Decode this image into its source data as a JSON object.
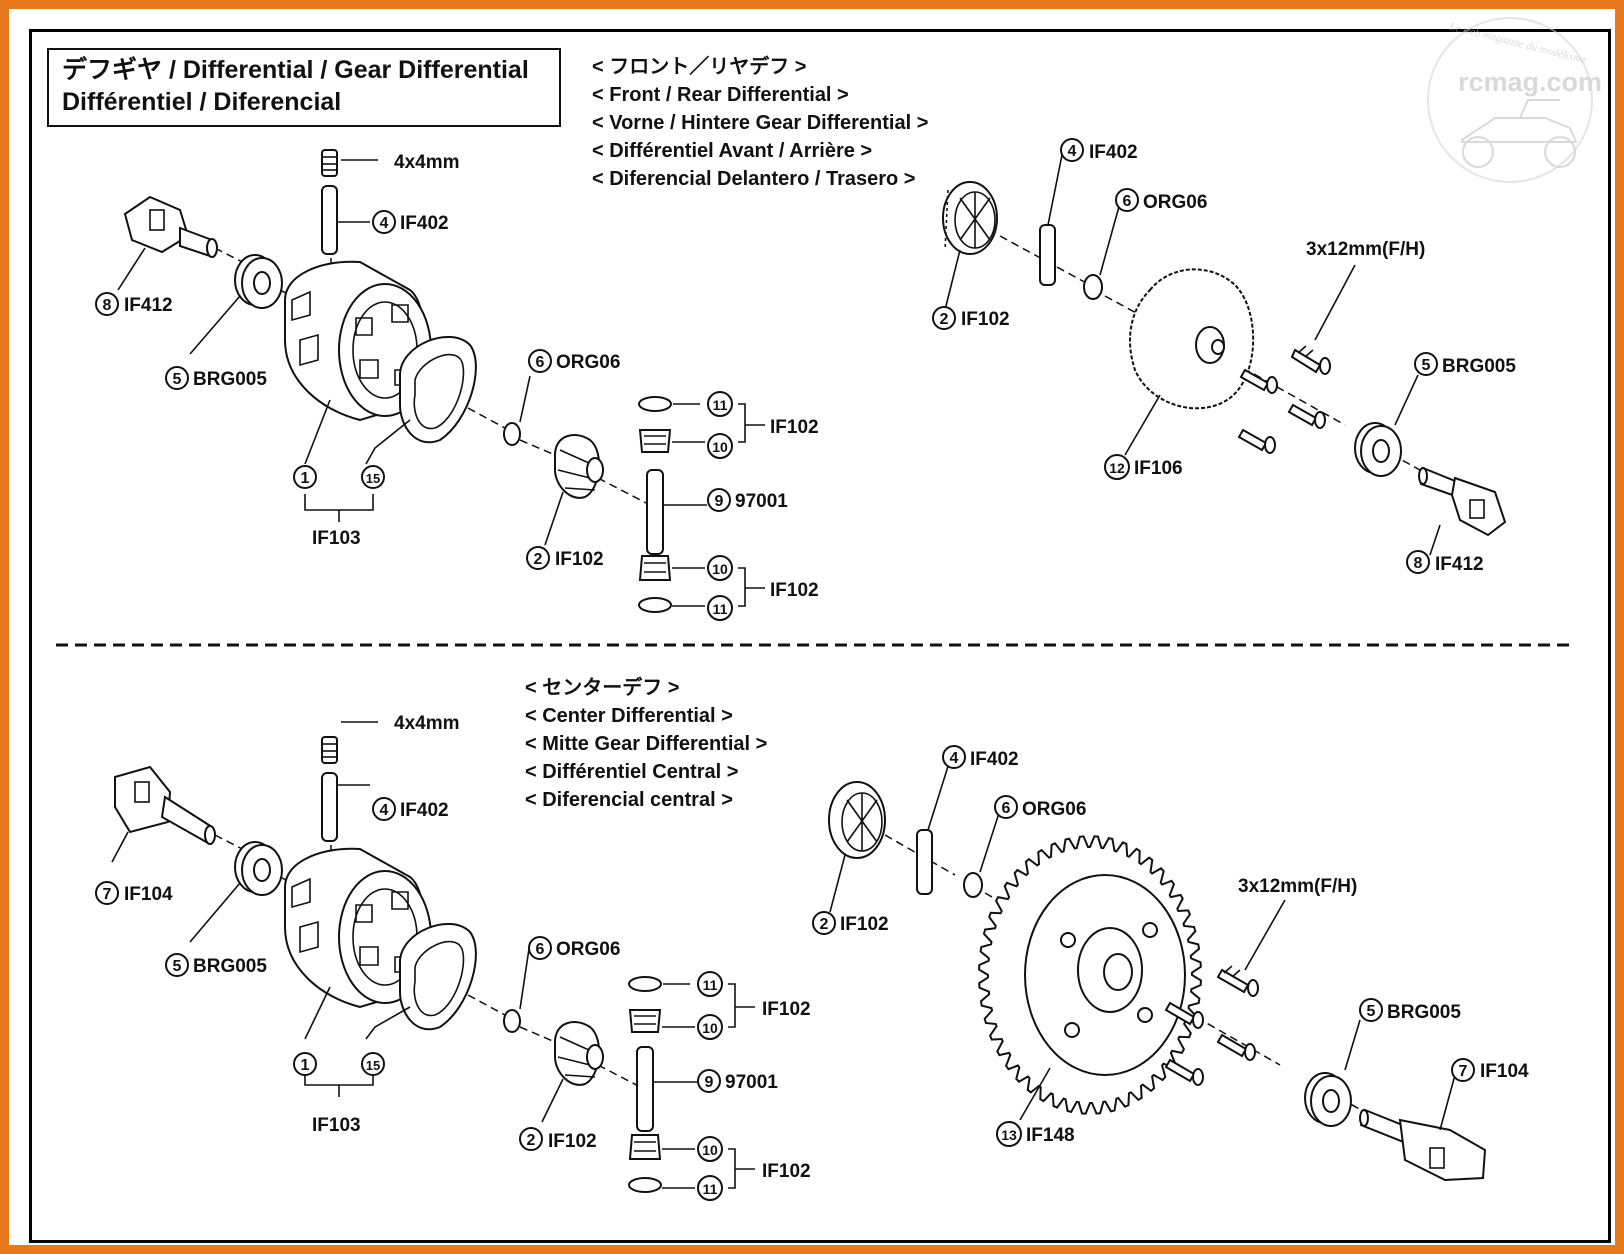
{
  "title": {
    "line1": "デフギヤ / Differential / Gear Differential",
    "line2": "Différentiel / Diferencial"
  },
  "watermark": {
    "text": "rcmag.com",
    "tagline": "Le web magazine du modélisme",
    "color": "#c9c9c9"
  },
  "accent_color": "#e8781c",
  "front_rear": {
    "header": [
      "< フロント／リヤデフ >",
      "< Front / Rear Differential >",
      "< Vorne / Hintere Gear Differential >",
      "< Différentiel Avant / Arrière >",
      "< Diferencial Delantero / Trasero >"
    ],
    "left": {
      "screw": "4x4mm",
      "pin": {
        "num": "4",
        "code": "IF402"
      },
      "cup": {
        "num": "8",
        "code": "IF412"
      },
      "bearing": {
        "num": "5",
        "code": "BRG005"
      },
      "case": {
        "num": "1"
      },
      "gasket": {
        "num": "15"
      },
      "case_group": "IF103",
      "oring": {
        "num": "6",
        "code": "ORG06"
      },
      "bevel": {
        "num": "2",
        "code": "IF102"
      },
      "washer_top": {
        "num": "11"
      },
      "gear_top": {
        "num": "10"
      },
      "group_top": "IF102",
      "cross_pin": {
        "num": "9",
        "code": "97001"
      },
      "gear_bottom": {
        "num": "10"
      },
      "washer_bottom": {
        "num": "11"
      },
      "group_bottom": "IF102"
    },
    "right": {
      "pin": {
        "num": "4",
        "code": "IF402"
      },
      "oring": {
        "num": "6",
        "code": "ORG06"
      },
      "bevel": {
        "num": "2",
        "code": "IF102"
      },
      "screws": "3x12mm(F/H)",
      "ring_gear": {
        "num": "12",
        "code": "IF106"
      },
      "bearing": {
        "num": "5",
        "code": "BRG005"
      },
      "cup": {
        "num": "8",
        "code": "IF412"
      }
    }
  },
  "center": {
    "header": [
      "< センターデフ >",
      "< Center Differential  >",
      "< Mitte Gear Differential  >",
      "< Différentiel Central >",
      "< Diferencial central >"
    ],
    "left": {
      "screw": "4x4mm",
      "pin": {
        "num": "4",
        "code": "IF402"
      },
      "cup": {
        "num": "7",
        "code": "IF104"
      },
      "bearing": {
        "num": "5",
        "code": "BRG005"
      },
      "case": {
        "num": "1"
      },
      "gasket": {
        "num": "15"
      },
      "case_group": "IF103",
      "oring": {
        "num": "6",
        "code": "ORG06"
      },
      "bevel": {
        "num": "2",
        "code": "IF102"
      },
      "washer_top": {
        "num": "11"
      },
      "gear_top": {
        "num": "10"
      },
      "group_top": "IF102",
      "cross_pin": {
        "num": "9",
        "code": "97001"
      },
      "gear_bottom": {
        "num": "10"
      },
      "washer_bottom": {
        "num": "11"
      },
      "group_bottom": "IF102"
    },
    "right": {
      "pin": {
        "num": "4",
        "code": "IF402"
      },
      "oring": {
        "num": "6",
        "code": "ORG06"
      },
      "bevel": {
        "num": "2",
        "code": "IF102"
      },
      "screws": "3x12mm(F/H)",
      "spur_gear": {
        "num": "13",
        "code": "IF148"
      },
      "bearing": {
        "num": "5",
        "code": "BRG005"
      },
      "cup": {
        "num": "7",
        "code": "IF104"
      }
    }
  }
}
